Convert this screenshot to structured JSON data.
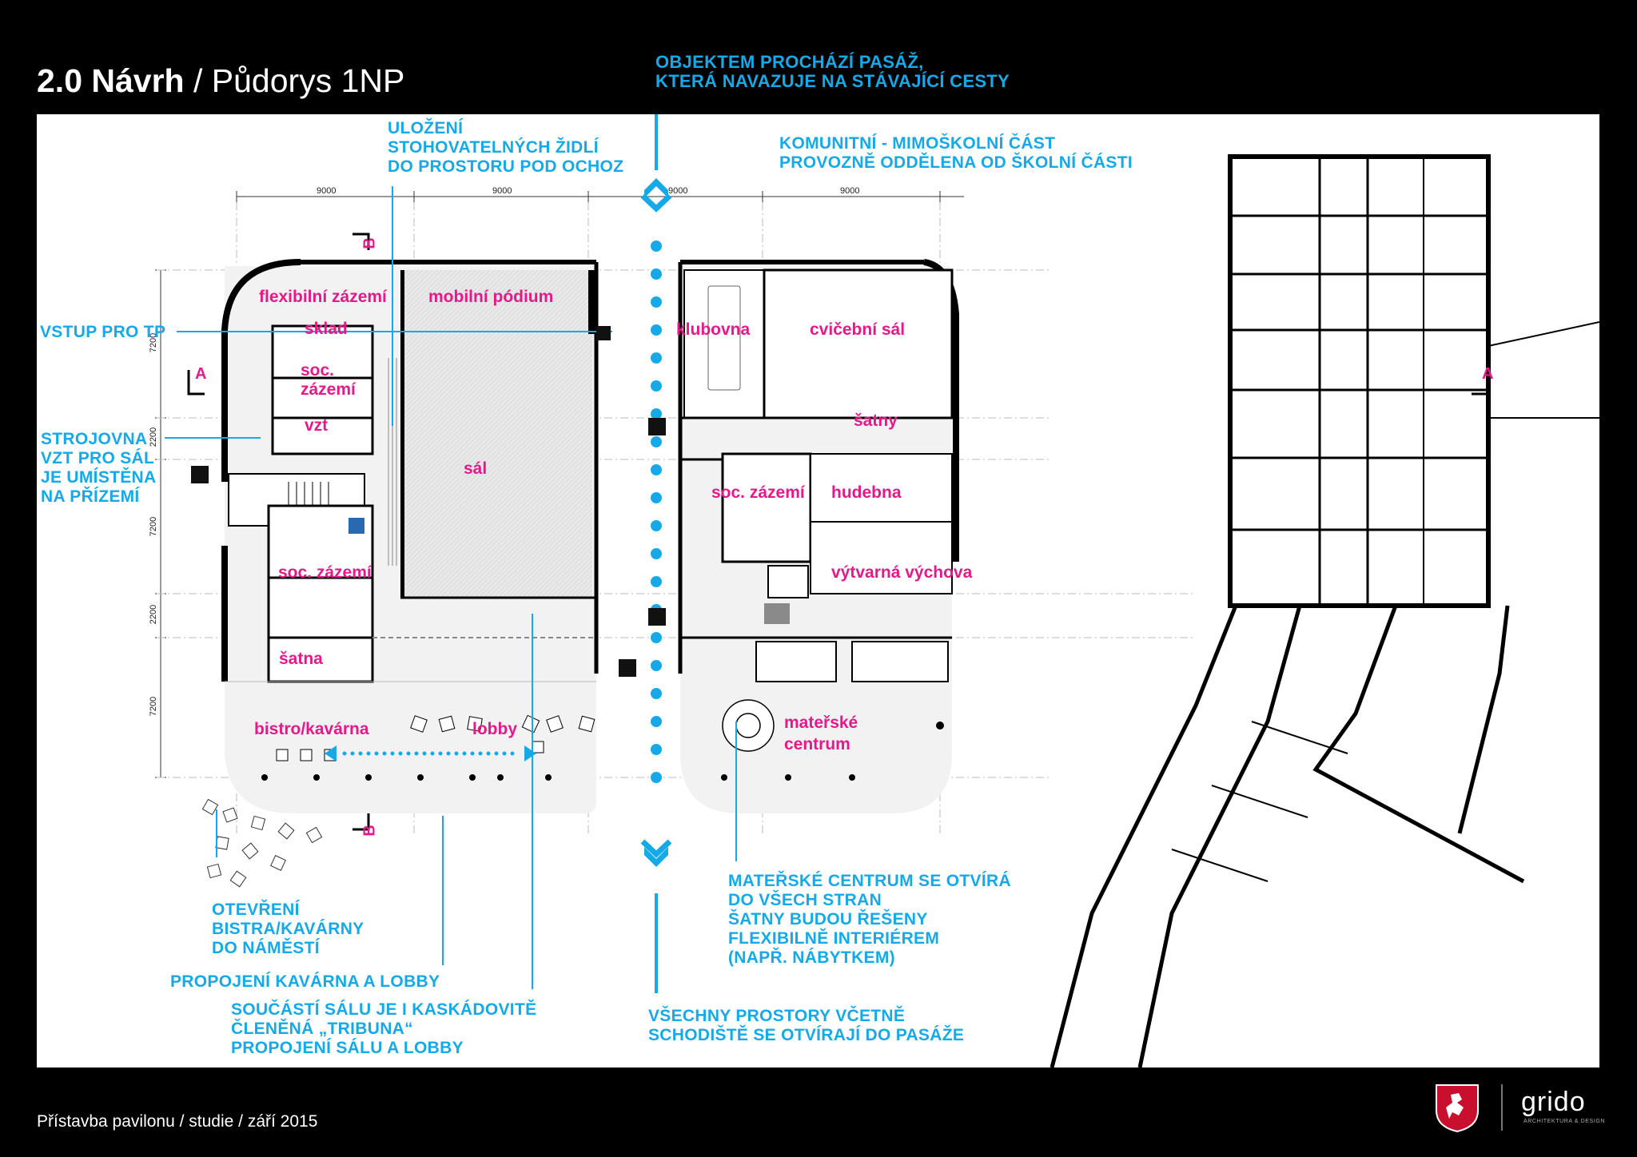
{
  "header": {
    "title_bold": "2.0 Návrh",
    "title_rest": " / Půdorys 1NP"
  },
  "footer": {
    "text": "Přístavba pavilonu / studie / září 2015"
  },
  "logo": {
    "name": "grido",
    "tagline": "ARCHITEKTURA & DESIGN"
  },
  "colors": {
    "annotation": "#16a9e8",
    "room_label": "#e5198a",
    "background": "#000000",
    "panel": "#ffffff"
  },
  "dimensions": {
    "top": [
      "9000",
      "9000",
      "9000",
      "9000"
    ],
    "left": [
      "7200",
      "2200",
      "7200",
      "2200",
      "7200"
    ]
  },
  "section_marks": {
    "a": "A",
    "b": "B"
  },
  "annotations": {
    "pasaz": "OBJEKTEM PROCHÁZÍ PASÁŽ,\nKTERÁ NAVAZUJE NA STÁVAJÍCÍ CESTY",
    "zidle": "ULOŽENÍ\nSTOHOVATELNÝCH ŽIDLÍ\nDO PROSTORU POD OCHOZ",
    "komunitni": "KOMUNITNÍ - MIMOŠKOLNÍ ČÁST\nPROVOZNĚ ODDĚLENA OD ŠKOLNÍ ČÁSTI",
    "vstup": "VSTUP PRO TP",
    "strojovna": "STROJOVNA\nVZT PRO SÁL\nJE UMÍSTĚNA\nNA PŘÍZEMÍ",
    "otevreni": "OTEVŘENÍ\nBISTRA/KAVÁRNY\nDO NÁMĚSTÍ",
    "propojeni": "PROPOJENÍ KAVÁRNA A LOBBY",
    "soucasti": "SOUČÁSTÍ SÁLU JE I KASKÁDOVITĚ\nČLENĚNÁ „TRIBUNA“\nPROPOJENÍ SÁLU A LOBBY",
    "materske": "MATEŘSKÉ CENTRUM SE OTVÍRÁ\nDO VŠECH STRAN\nŠATNY BUDOU ŘEŠENY\nFLEXIBILNĚ INTERIÉREM\n(NAPŘ. NÁBYTKEM)",
    "vsechny": "VŠECHNY PROSTORY VČETNĚ\nSCHODIŠTĚ SE OTVÍRAJÍ DO PASÁŽE"
  },
  "rooms": {
    "flexibilni": "flexibilní zázemí",
    "podium": "mobilní pódium",
    "sklad": "sklad",
    "soc1a": "soc.",
    "soc1b": "zázemí",
    "vzt": "vzt",
    "sal": "sál",
    "soc2": "soc. zázemí",
    "satna": "šatna",
    "bistro": "bistro/kavárna",
    "lobby": "lobby",
    "klubovna": "klubovna",
    "cvicebni": "cvičební sál",
    "satny": "šatny",
    "soc3": "soc. zázemí",
    "hudebna": "hudebna",
    "vytvarna": "výtvarná výchova",
    "materske_a": "mateřské",
    "materske_b": "centrum"
  }
}
